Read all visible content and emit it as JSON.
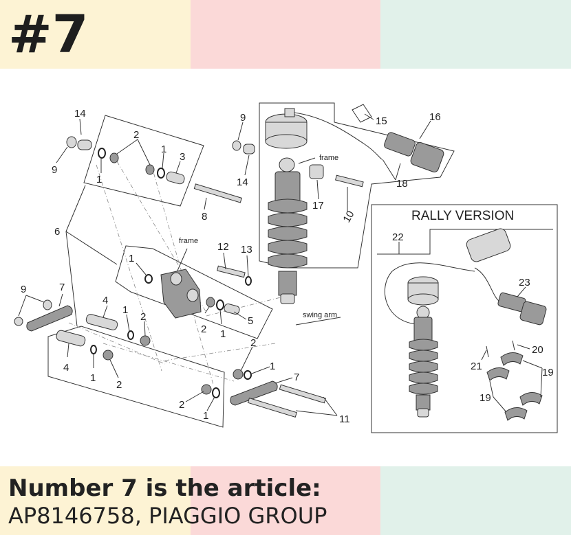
{
  "header": {
    "number": "#7"
  },
  "colors": {
    "band_yellow": "#fdf3d4",
    "band_pink": "#fbd9d8",
    "band_mint": "#e1f1ea"
  },
  "diagram": {
    "callouts": [
      "1",
      "2",
      "3",
      "4",
      "5",
      "6",
      "7",
      "8",
      "9",
      "10",
      "11",
      "12",
      "13",
      "14",
      "15",
      "16",
      "17",
      "18",
      "19",
      "20",
      "21",
      "22",
      "23"
    ],
    "annotations": {
      "frame_top": "frame",
      "frame_mid": "frame",
      "swing_arm": "swing arm"
    },
    "rally_title": "RALLY VERSION"
  },
  "caption": {
    "line1": "Number 7 is the article:",
    "line2": "AP8146758, PIAGGIO GROUP"
  }
}
